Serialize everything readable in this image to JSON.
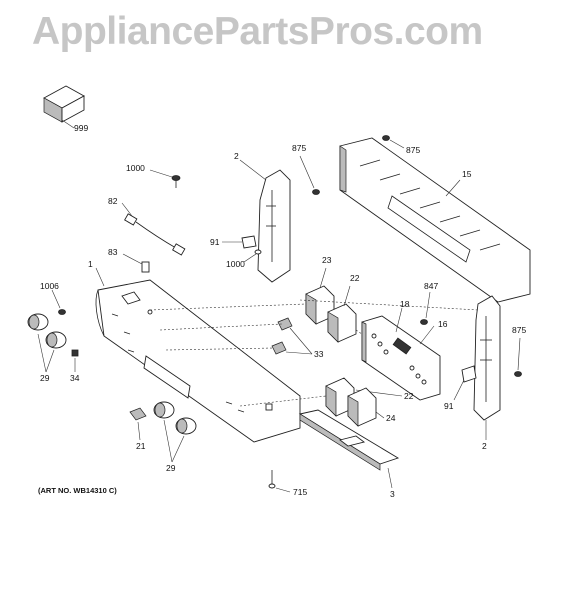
{
  "watermark": "AppliancePartsPros.com",
  "art_number": "(ART NO. WB14310 C)",
  "labels": {
    "l999": "999",
    "l1000a": "1000",
    "l82": "82",
    "l83": "83",
    "l1": "1",
    "l1006": "1006",
    "l29a": "29",
    "l34": "34",
    "l21": "21",
    "l29b": "29",
    "l715": "715",
    "l3": "3",
    "l2a": "2",
    "l875a": "875",
    "l91a": "91",
    "l1000b": "1000",
    "l23": "23",
    "l22a": "22",
    "l33": "33",
    "l18": "18",
    "l847": "847",
    "l16": "16",
    "l22b": "22",
    "l24": "24",
    "l875b": "875",
    "l15": "15",
    "l875c": "875",
    "l91b": "91",
    "l2b": "2"
  }
}
